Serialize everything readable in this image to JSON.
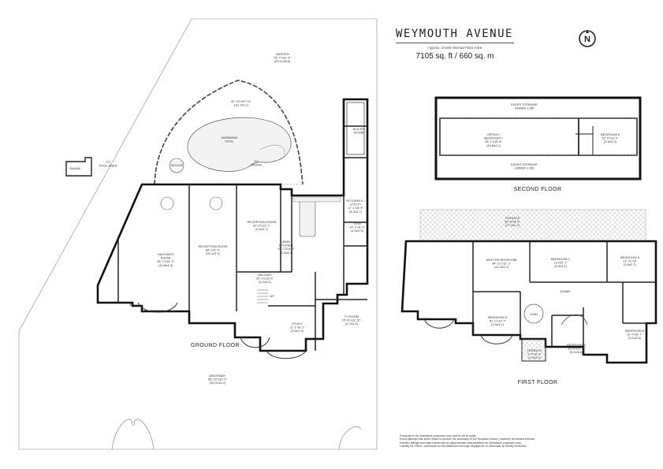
{
  "title": "WEYMOUTH AVENUE",
  "subtitle": "Approx. Gross Internal Floor Area",
  "area": "7105 sq. ft / 660 sq. m",
  "compass_letter": "N",
  "floors": {
    "ground": "GROUND FLOOR",
    "first": "FIRST FLOOR",
    "second": "SECOND FLOOR"
  },
  "rooms": {
    "garden": [
      "GARDEN",
      "75' 7\"x91' 4\"",
      "(23.1x18.8)"
    ],
    "pool_area": [
      "32' 10\"x29' 11\"",
      "(10.1x9.1)"
    ],
    "swimming_pool": [
      "SWIMMING",
      "POOL"
    ],
    "jacuzzi": [
      "JACUZZI"
    ],
    "to_sauna": [
      "TO",
      "SAUNA"
    ],
    "sauna": [
      "SAUNA"
    ],
    "to_pool_area": [
      "TO",
      "POOL AREA"
    ],
    "boiler": [
      "BOILER",
      "ROOM"
    ],
    "kitchen_utility": [
      "KITCHEN II /",
      "UTILITY",
      "17' 1\"x8' 9\"",
      "(5.2x2.7)"
    ],
    "gym": [
      "GYM",
      "14' 1\"x8' 3\"",
      "(4.3x2.5)"
    ],
    "main_kitchen": [
      "MAIN",
      "KITCHEN",
      "20' 7\"x14' 3\"",
      "(6.3x4.3)"
    ],
    "reception_a": [
      "RECEPTION ROOM",
      "30' 8\"x12' 1\"",
      "(9.3x3.7)"
    ],
    "reception_b": [
      "RECEPTION ROOM",
      "66' x12' 4\"",
      "(20.1x4.1)"
    ],
    "snooker": [
      "SNOOKER",
      "ROOM",
      "35' 7\"x14' 2\"",
      "(10.8x4.3)"
    ],
    "hallway": [
      "HALLWAY",
      "20' 3\"x13' 6\"",
      "(6.2x4.1)"
    ],
    "study": [
      "STUDY",
      "11' 1\"x6' 2\"",
      "(3.4x1.9)"
    ],
    "tv_room": [
      "TV ROOM",
      "15' 8\"x13' 10\"",
      "(4.7x4.2)"
    ],
    "driveway": [
      "DRIVEWAY",
      "95' 10\"x32' 5\"",
      "(29.2x10.2)"
    ],
    "up": "UP",
    "in": "IN",
    "eaves_top": [
      "EAVES STORAGE",
      "UNDER 1.5M"
    ],
    "eaves_bottom": [
      "EAVES STORAGE",
      "UNDER 1.5M"
    ],
    "office": [
      "OFFICE /",
      "BEDROOM 7",
      "35' 1\"x15' 6\"",
      "(10.8x4.2)"
    ],
    "bedroom6": [
      "BEDROOM 6",
      "15' 2\"x11' 2\"",
      "(3.9x3.3)"
    ],
    "terrace_top": [
      "TERRACE",
      "56' 8\"x8' 8\"",
      "(17.3x2.7)"
    ],
    "master": [
      "MASTER BEDROOM",
      "34' 11\"x12' 2\"",
      "(12.3x3.7)"
    ],
    "bedroom2": [
      "BEDROOM 2",
      "13'x10' 1\"",
      "(3.9x3.1)"
    ],
    "bedroom3": [
      "BEDROOM 3",
      "16' 1\"x10' 2\"",
      "(3.3x3.1)"
    ],
    "bedroom5": [
      "BEDROOM 5",
      "12' 11\"x9'",
      "(3.9x2.7)"
    ],
    "bedroom4": [
      "BEDROOM 4",
      "16' 6\"x11' 8\"",
      "(5.1x3.5)"
    ],
    "bedroom8": [
      "BEDROOM 8",
      "10' 4\"x8' 7\"",
      "(3.1x2.6)"
    ],
    "void": "VOID",
    "down": "DOWN",
    "terrace_bottom": [
      "TERRACE",
      "9' 4\"x6' 9\"",
      "(2.9x2.0)"
    ]
  },
  "disclaimer": [
    "Floorplan is for illustrative purposes only and is not to scale.",
    "Every attempt has been made to ensure the accuracy of the floorplan shown, however all measurements,",
    "fixtures, fittings and data shown are an approximate interpretation for illustrative purposes only.",
    "Liability for errors, omissions or mis-statement through negligence or otherwise is hereby excluded."
  ]
}
